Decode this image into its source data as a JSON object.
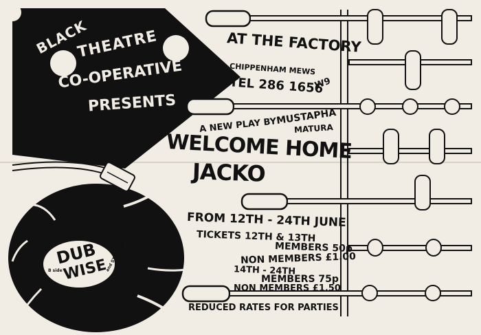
{
  "header": {
    "line1": "BLACK",
    "line2": "THEATRE",
    "line3": "CO-OPERATIVE",
    "line4": "PRESENTS"
  },
  "venue": {
    "name": "AT THE FACTORY",
    "street": "CHIPPENHAM MEWS",
    "postcode": "W9",
    "phone": "TEL 286 1656"
  },
  "play": {
    "byline": "A NEW PLAY BY",
    "author_first": "MUSTAPHA",
    "author_last": "MATURA",
    "title_line1": "WELCOME HOME",
    "title_line2": "JACKO"
  },
  "dates": "FROM 12TH - 24TH JUNE",
  "tickets": {
    "heading": "TICKETS 12TH & 13TH",
    "members_1": "MEMBERS 50p",
    "nonmembers_1": "NON MEMBERS £1.00",
    "dates_2": "14TH - 24TH",
    "members_2": "MEMBERS 75p",
    "nonmembers_2": "NON MEMBERS £1.50"
  },
  "reduced_rates": "REDUCED RATES FOR PARTIES",
  "record": {
    "label_word1": "DUB",
    "label_word2": "WISE",
    "label_small": "and STOP Rinkoos 2a",
    "label_side": "B side"
  },
  "colors": {
    "ink": "#111111",
    "paper": "#f1ede5"
  }
}
